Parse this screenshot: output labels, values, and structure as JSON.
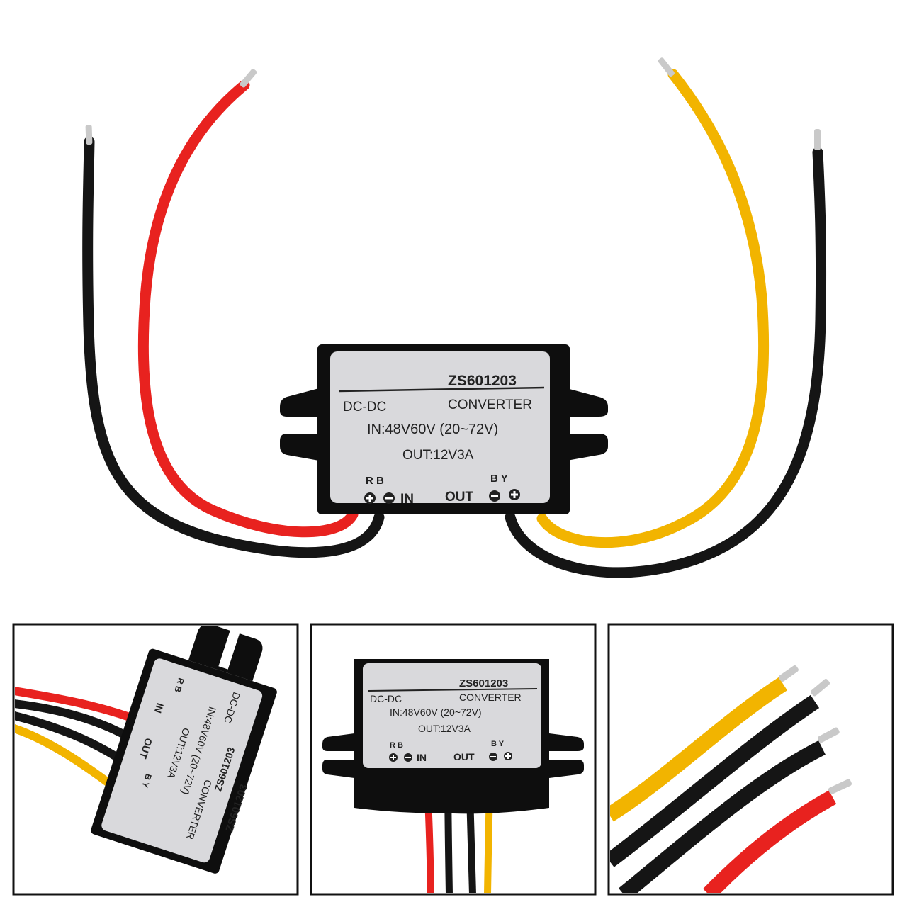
{
  "colors": {
    "background": "#ffffff",
    "wire_red": "#e8221f",
    "wire_black": "#151515",
    "wire_yellow": "#f2b400",
    "module_body": "#0e0e0e",
    "label_bg": "#d9d9dc",
    "terminal": "#c9c9c9"
  },
  "main_label": {
    "model": "ZS601203",
    "type_left": "DC-DC",
    "type_right": "CONVERTER",
    "input_spec": "IN:48V60V (20~72V)",
    "output_spec": "OUT:12V3A",
    "in_letters": "R B",
    "in_text": "IN",
    "out_text": "OUT",
    "out_letters": "B Y"
  },
  "middle_label": {
    "model": "ZS601203",
    "type_left": "DC-DC",
    "type_right": "CONVERTER",
    "input_spec": "IN:48V60V (20~72V)",
    "output_spec": "OUT:12V3A",
    "in_letters": "R B",
    "in_text": "IN",
    "out_text": "OUT",
    "out_letters": "B Y"
  },
  "left_label": {
    "model": "ZS601203",
    "type_left": "DC-DC",
    "type_right": "CONVERTER",
    "input_spec": "IN:48V60V (20~72V)",
    "output_spec": "OUT:12V3A",
    "in_letters": "R B",
    "in_text": "IN",
    "out_text": "OUT",
    "out_letters": "B Y"
  }
}
